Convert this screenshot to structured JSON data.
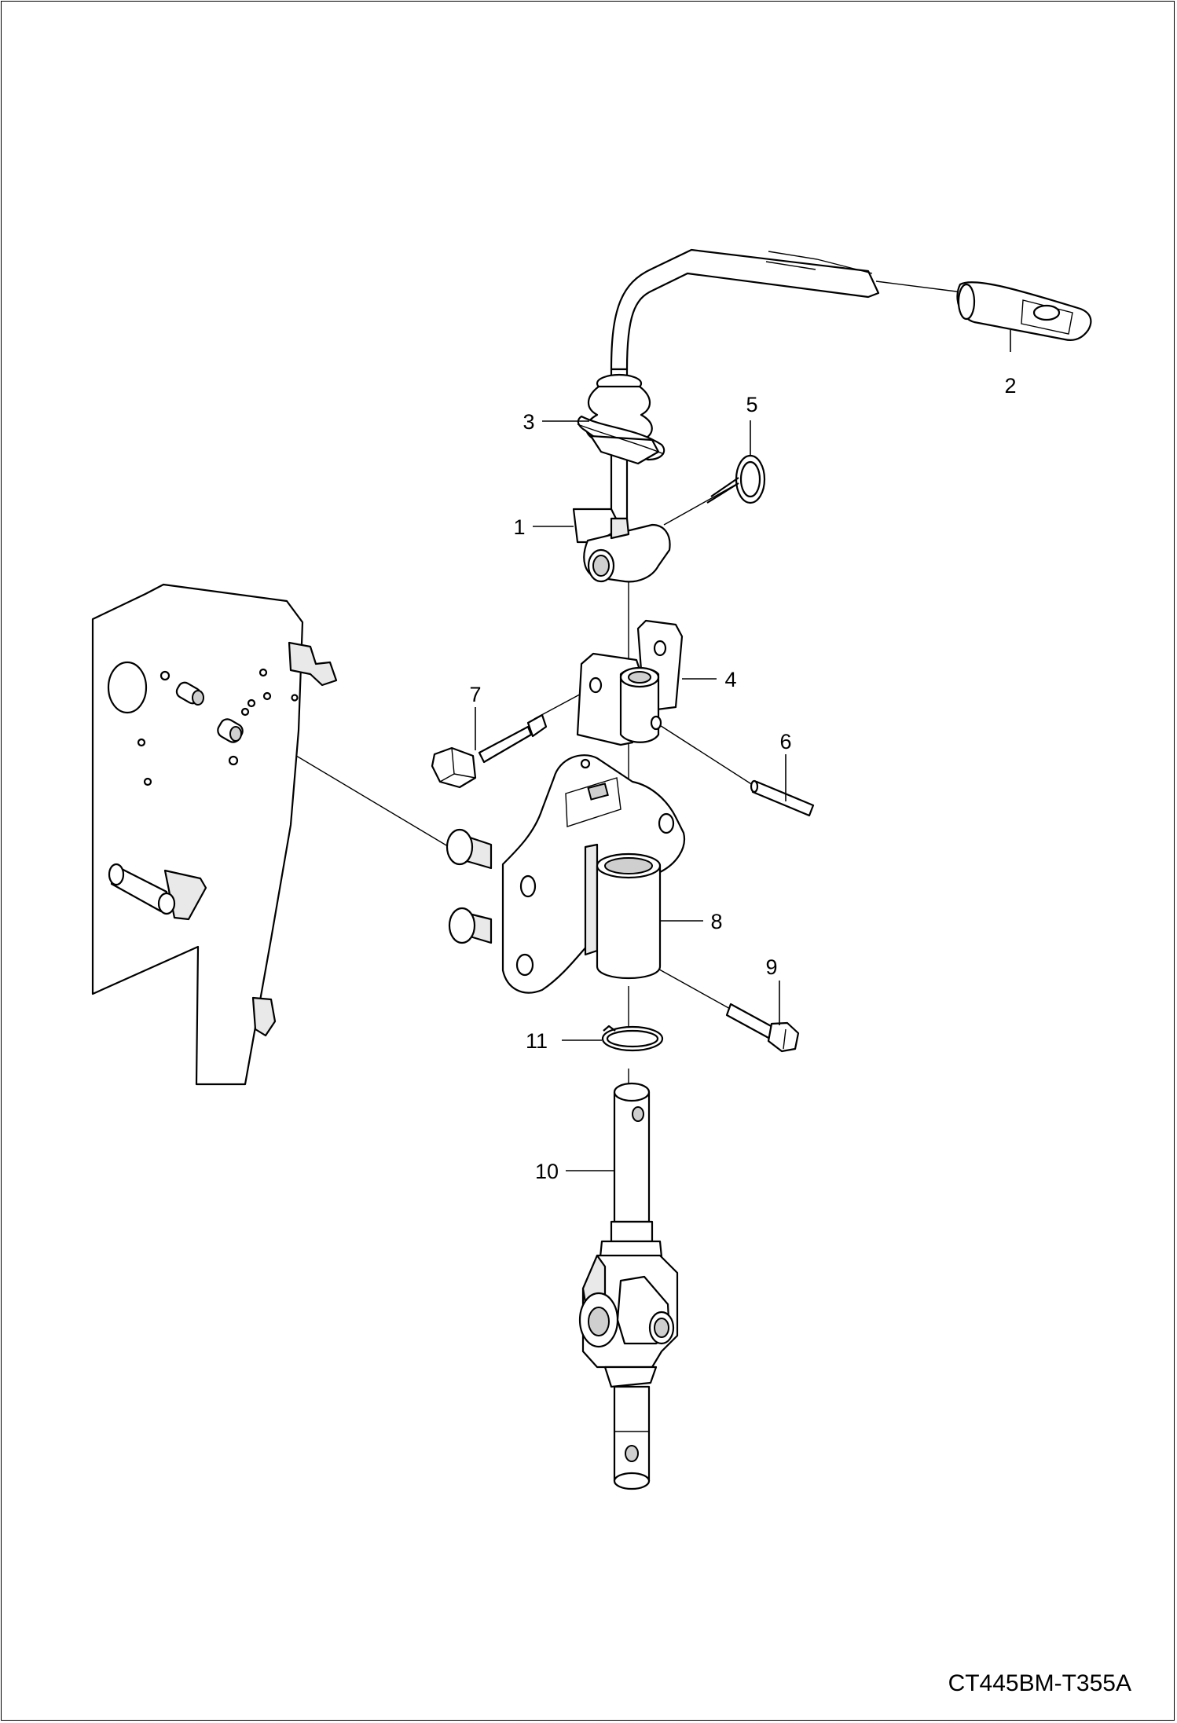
{
  "drawing": {
    "code": "CT445BM-T355A",
    "callouts": [
      {
        "id": "1",
        "label": "1"
      },
      {
        "id": "2",
        "label": "2"
      },
      {
        "id": "3",
        "label": "3"
      },
      {
        "id": "4",
        "label": "4"
      },
      {
        "id": "5",
        "label": "5"
      },
      {
        "id": "6",
        "label": "6"
      },
      {
        "id": "7",
        "label": "7"
      },
      {
        "id": "8",
        "label": "8"
      },
      {
        "id": "9",
        "label": "9"
      },
      {
        "id": "10",
        "label": "10"
      },
      {
        "id": "11",
        "label": "11"
      }
    ]
  }
}
